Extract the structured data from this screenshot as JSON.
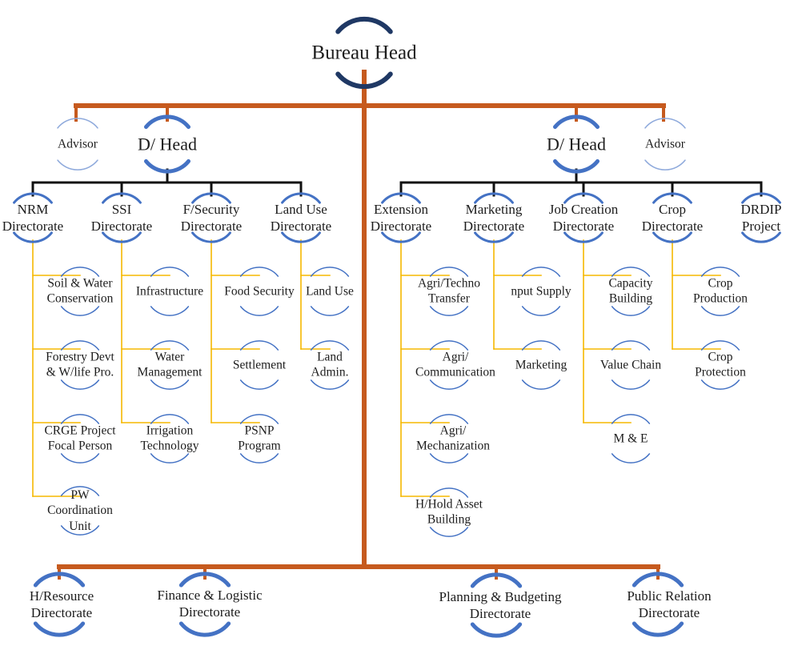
{
  "colors": {
    "trunk": "#c65a1e",
    "branch": "#111111",
    "leaf": "#f5b800",
    "arc_dark": "#1f3864",
    "arc_strong": "#4472c4",
    "arc_light": "#8faadc"
  },
  "root": {
    "label": "Bureau Head"
  },
  "left": {
    "advisor": "Advisor",
    "dhead": "D/ Head",
    "directorates": [
      {
        "label": "NRM\nDirectorate",
        "children": [
          "Soil & Water\nConservation",
          "Forestry Devt\n& W/life Pro.",
          "CRGE Project\nFocal Person",
          "PW\nCoordination\nUnit"
        ]
      },
      {
        "label": "SSI\nDirectorate",
        "children": [
          "Infrastructure",
          "Water\nManagement",
          "Irrigation\nTechnology"
        ]
      },
      {
        "label": "F/Security\nDirectorate",
        "children": [
          "Food Security",
          "Settlement",
          "PSNP\nProgram"
        ]
      },
      {
        "label": "Land Use\nDirectorate",
        "children": [
          "Land Use",
          "Land\nAdmin."
        ]
      }
    ]
  },
  "right": {
    "advisor": "Advisor",
    "dhead": "D/ Head",
    "directorates": [
      {
        "label": "Extension\nDirectorate",
        "children": [
          "Agri/Techno\nTransfer",
          "Agri/\nCommunication",
          "Agri/\nMechanization",
          "H/Hold Asset\nBuilding"
        ]
      },
      {
        "label": "Marketing\nDirectorate",
        "children": [
          "nput Supply",
          "Marketing"
        ]
      },
      {
        "label": "Job Creation\nDirectorate",
        "children": [
          "Capacity\nBuilding",
          "Value Chain",
          "M & E"
        ]
      },
      {
        "label": "Crop\nDirectorate",
        "children": [
          "Crop\nProduction",
          "Crop\nProtection"
        ]
      },
      {
        "label": "DRDIP\nProject",
        "children": []
      }
    ]
  },
  "bottom": [
    "H/Resource\nDirectorate",
    "Finance & Logistic\nDirectorate",
    "Planning & Budgeting\nDirectorate",
    "Public Relation\nDirectorate"
  ]
}
